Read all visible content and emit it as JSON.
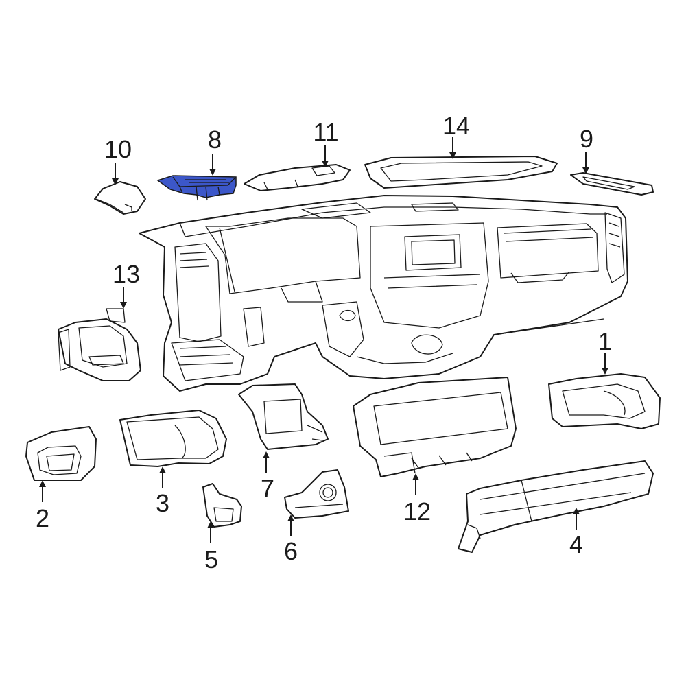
{
  "highlight_color": "#3c57c9",
  "callouts": {
    "c1": "1",
    "c2": "2",
    "c3": "3",
    "c4": "4",
    "c5": "5",
    "c6": "6",
    "c7": "7",
    "c8": "8",
    "c9": "9",
    "c10": "10",
    "c11": "11",
    "c12": "12",
    "c13": "13",
    "c14": "14"
  }
}
